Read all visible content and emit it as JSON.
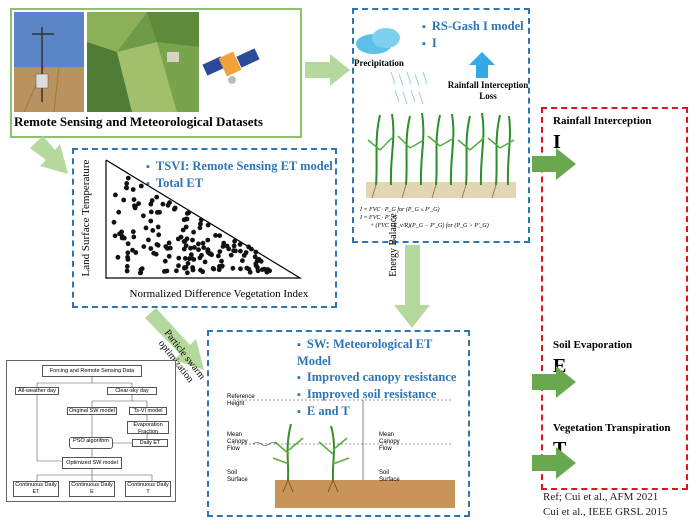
{
  "datasets": {
    "title": "Remote Sensing and Meteorological Datasets"
  },
  "tsvi": {
    "bullets": [
      "TSVI: Remote Sensing ET model",
      "Total ET"
    ],
    "ylabel": "Land Surface Temperature",
    "xlabel": "Normalized Difference Vegetation Index"
  },
  "gash": {
    "bullets": [
      "RS-Gash I model",
      "I"
    ],
    "precipitation": "Precipitation",
    "rainfall_loss": "Rainfall Interception Loss",
    "formula1": "I = FVC · P_G     for (P_G ≤ P'_G)",
    "formula2": "I = FVC · P'_G",
    "formula3": "+ (FVC · E_v/R)(P_G − P'_G)   for (P_G > P'_G)"
  },
  "arrows": {
    "pso": "Particle swarm optimization",
    "energy": "Energy Balance"
  },
  "sw": {
    "bullets": [
      "SW: Meteorological ET Model",
      "Improved canopy resistance",
      "Improved soil resistance",
      "E and T"
    ],
    "reference_height": "Reference Height",
    "mean_canopy_flow_left": "Mean Canopy Flow",
    "mean_canopy_flow_right": "Mean Canopy Flow",
    "soil_surface_left": "Soil Surface",
    "soil_surface_right": "Soil Surface"
  },
  "outputs": [
    {
      "title": "Rainfall Interception",
      "letter": "I"
    },
    {
      "title": "Soil Evaporation",
      "letter": "E"
    },
    {
      "title": "Vegetation Transpiration",
      "letter": "T"
    }
  ],
  "flowchart": {
    "top": "Forcing and Remote Sensing Data",
    "all_weather": "All-weather day",
    "clear_sky": "Clear-sky day",
    "original_sw": "Original SW model",
    "tsvi_model": "Ts-VI model",
    "evap_fraction": "Evaporation Fraction",
    "daily_et": "Daily ET",
    "pso": "PSO algorithm",
    "optimized": "Optimized SW model",
    "out_et": "Continuous Daily ET",
    "out_e": "Continuous Daily E",
    "out_t": "Continuous Daily T"
  },
  "references": [
    "Ref; Cui et al., AFM 2021",
    "Cui et al., IEEE GRSL 2015"
  ],
  "colors": {
    "blue": "#2e75b6",
    "green": "#8dc26f",
    "red": "#e0141e",
    "arrow_green": "#b5d99c"
  }
}
